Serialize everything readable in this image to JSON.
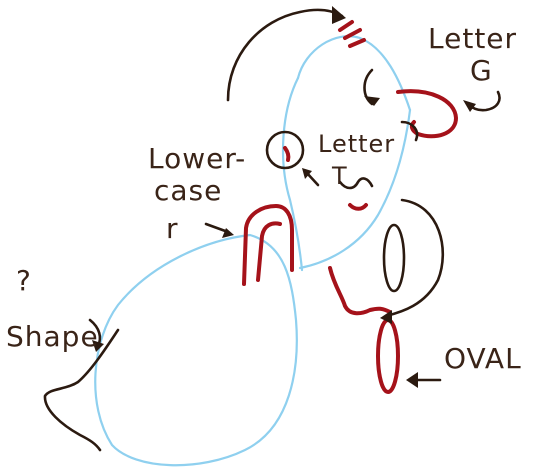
{
  "labels": {
    "letter_g": [
      "Letter",
      "G"
    ],
    "letter_t": [
      "Letter",
      "T"
    ],
    "lowercase_r": [
      "Lower-",
      "case",
      "r"
    ],
    "shape": [
      "?",
      "Shape"
    ],
    "oval": "OVAL"
  },
  "colors": {
    "guide_lines": "#8fd0ef",
    "drawn_strokes": "#a5121a",
    "annotation_ink": "#2b1a10"
  }
}
